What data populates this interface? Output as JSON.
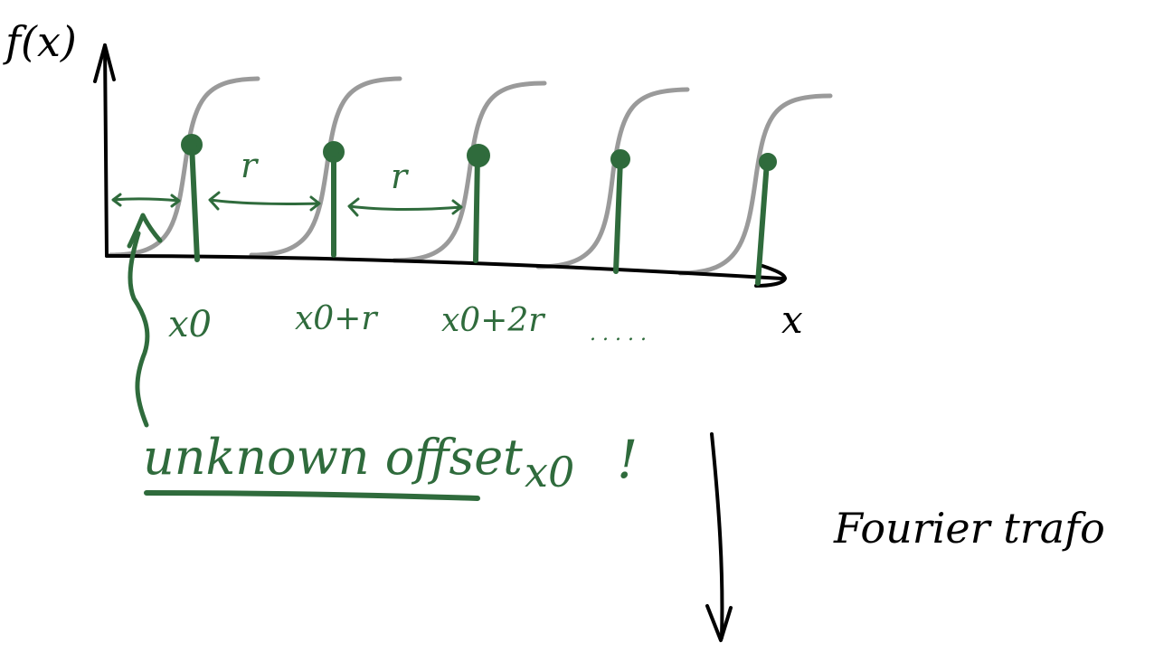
{
  "colors": {
    "ink": "#000000",
    "green": "#2f6b3c",
    "curve": "#9a9a9a"
  },
  "labels": {
    "y_axis": "f(x)",
    "x_axis": "x",
    "spacing_1": "r",
    "spacing_2": "r",
    "tick_0": "x0",
    "tick_1": "x0+r",
    "tick_2": "x0+2r",
    "tick_more": ". . . . .",
    "note_text": "unknown offset",
    "note_var": "x0",
    "note_mark": "!",
    "transform": "Fourier trafo"
  }
}
